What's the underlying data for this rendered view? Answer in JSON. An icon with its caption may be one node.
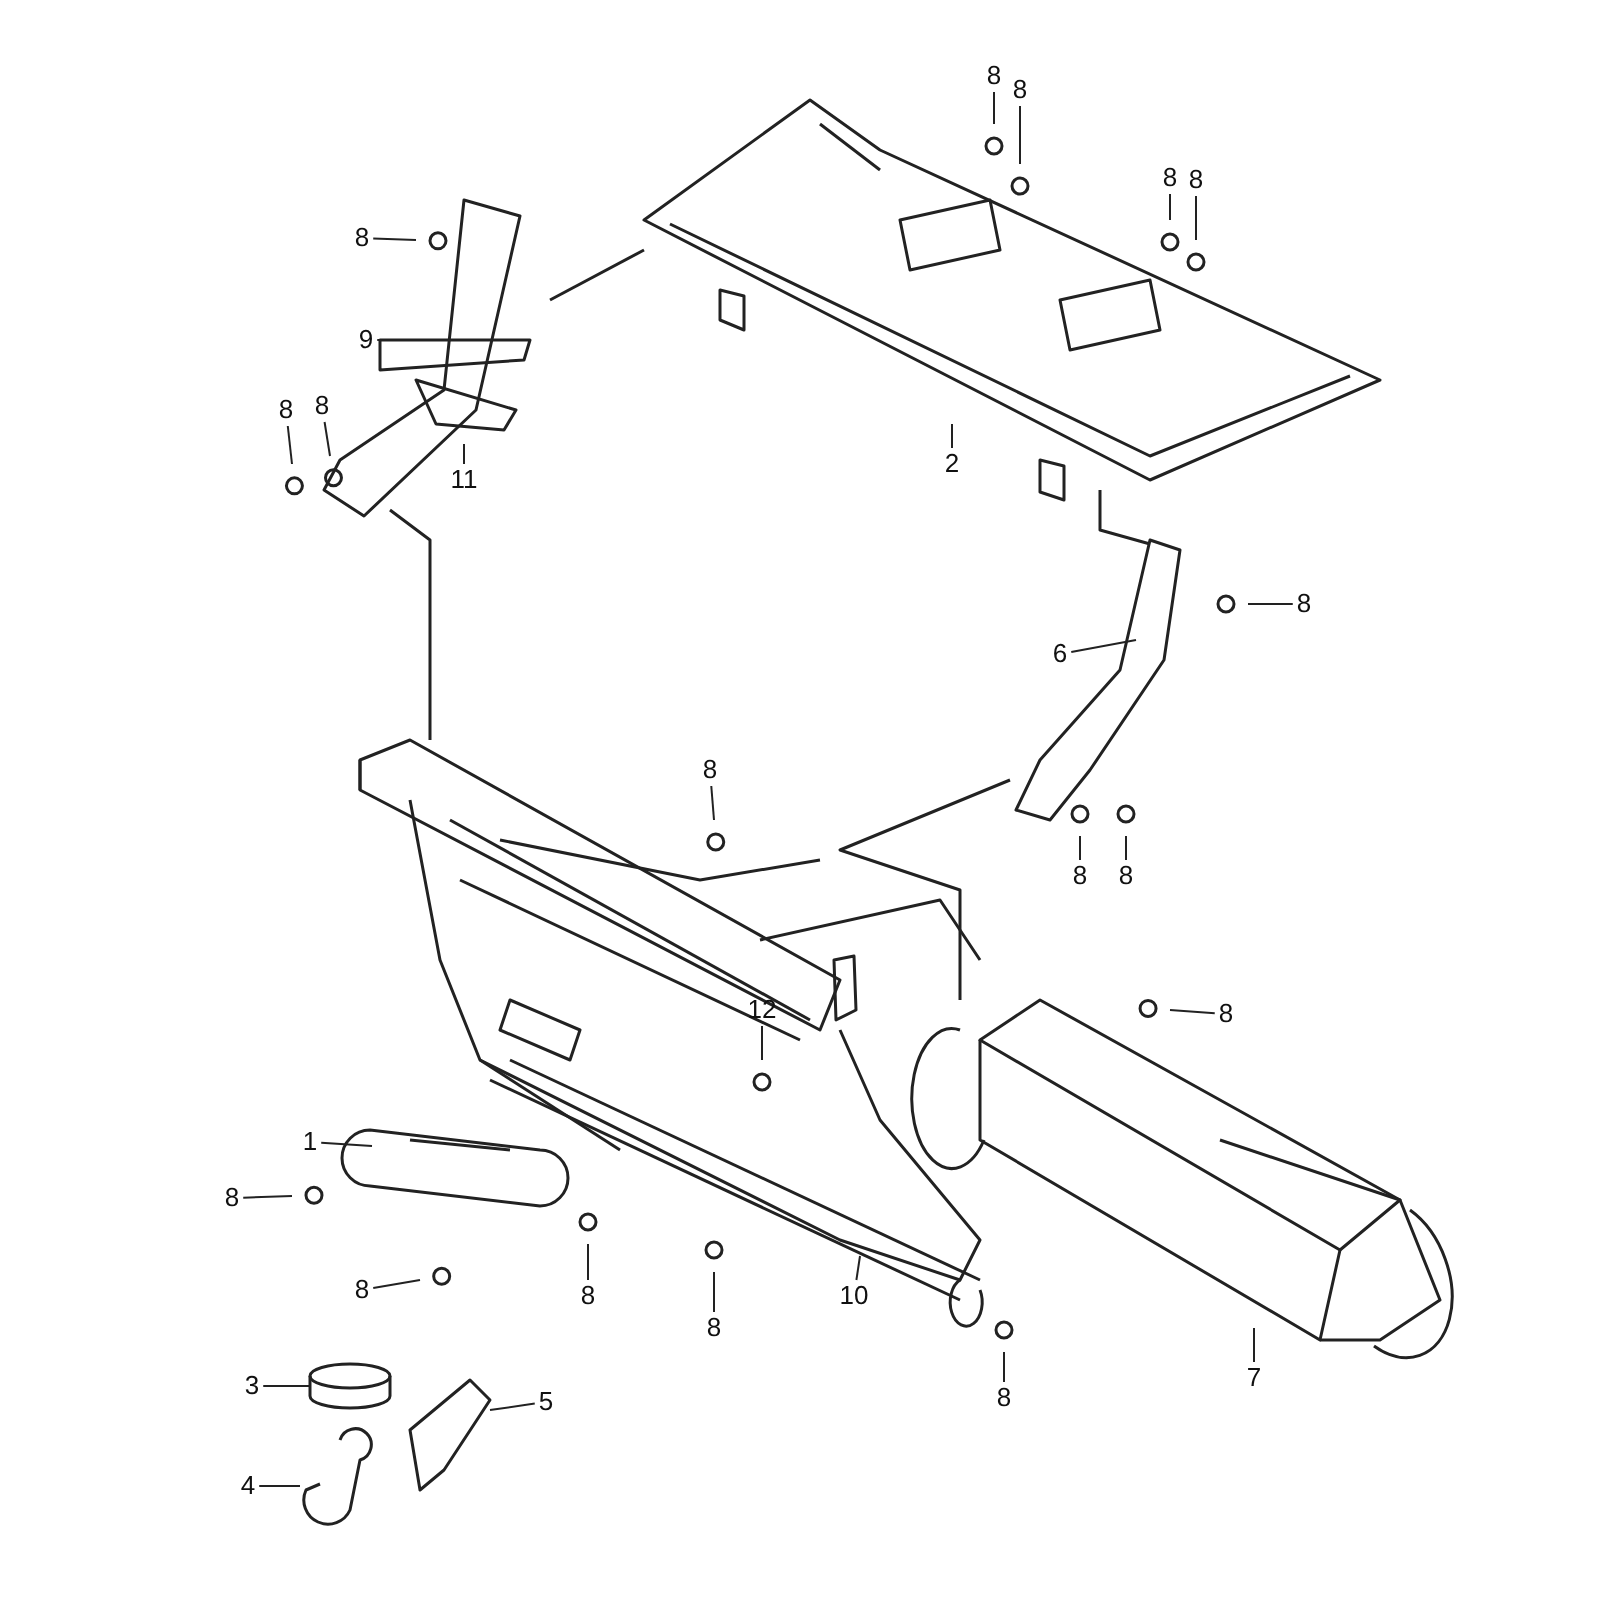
{
  "diagram": {
    "nodes": [
      {
        "text": [
          "8"
        ]
      },
      {
        "text": [
          "8"
        ]
      },
      {
        "text": [
          "8"
        ]
      },
      {
        "text": [
          "8"
        ]
      },
      {
        "text": [
          "8"
        ]
      },
      {
        "text": [
          "9"
        ]
      },
      {
        "text": [
          "8"
        ]
      },
      {
        "text": [
          "8"
        ]
      },
      {
        "text": [
          "11"
        ]
      },
      {
        "text": [
          "2"
        ]
      },
      {
        "text": [
          "8"
        ]
      },
      {
        "text": [
          "6"
        ]
      },
      {
        "text": [
          "8"
        ]
      },
      {
        "text": [
          "8"
        ]
      },
      {
        "text": [
          "8"
        ]
      },
      {
        "text": [
          "8"
        ]
      },
      {
        "text": [
          "12"
        ]
      },
      {
        "text": [
          "1"
        ]
      },
      {
        "text": [
          "8"
        ]
      },
      {
        "text": [
          "8"
        ]
      },
      {
        "text": [
          "8"
        ]
      },
      {
        "text": [
          "8"
        ]
      },
      {
        "text": [
          "10"
        ]
      },
      {
        "text": [
          "8"
        ]
      },
      {
        "text": [
          "7"
        ]
      },
      {
        "text": [
          "3"
        ]
      },
      {
        "text": [
          "5"
        ]
      },
      {
        "text": [
          "4"
        ]
      }
    ],
    "edges": [
      {
        "from": 0,
        "to": null,
        "arrow": "none"
      },
      {
        "from": 1,
        "to": null,
        "arrow": "none"
      },
      {
        "from": 2,
        "to": null,
        "arrow": "none"
      },
      {
        "from": 3,
        "to": null,
        "arrow": "none"
      },
      {
        "from": 4,
        "to": null,
        "arrow": "none"
      },
      {
        "from": 5,
        "to": null,
        "arrow": "none"
      },
      {
        "from": 6,
        "to": null,
        "arrow": "none"
      },
      {
        "from": 7,
        "to": null,
        "arrow": "none"
      },
      {
        "from": 8,
        "to": null,
        "arrow": "none"
      },
      {
        "from": 9,
        "to": null,
        "arrow": "none"
      },
      {
        "from": 10,
        "to": null,
        "arrow": "none"
      },
      {
        "from": 11,
        "to": null,
        "arrow": "none"
      },
      {
        "from": 12,
        "to": null,
        "arrow": "none"
      },
      {
        "from": 13,
        "to": null,
        "arrow": "none"
      },
      {
        "from": 14,
        "to": null,
        "arrow": "none"
      },
      {
        "from": 15,
        "to": null,
        "arrow": "none"
      },
      {
        "from": 16,
        "to": null,
        "arrow": "none"
      },
      {
        "from": 17,
        "to": null,
        "arrow": "none"
      },
      {
        "from": 18,
        "to": null,
        "arrow": "none"
      },
      {
        "from": 19,
        "to": null,
        "arrow": "none"
      },
      {
        "from": 20,
        "to": null,
        "arrow": "none"
      },
      {
        "from": 21,
        "to": null,
        "arrow": "none"
      },
      {
        "from": 22,
        "to": null,
        "arrow": "none"
      },
      {
        "from": 23,
        "to": null,
        "arrow": "none"
      },
      {
        "from": 24,
        "to": null,
        "arrow": "none"
      },
      {
        "from": 25,
        "to": null,
        "arrow": "none"
      },
      {
        "from": 26,
        "to": null,
        "arrow": "none"
      },
      {
        "from": 27,
        "to": null,
        "arrow": "none"
      }
    ]
  }
}
